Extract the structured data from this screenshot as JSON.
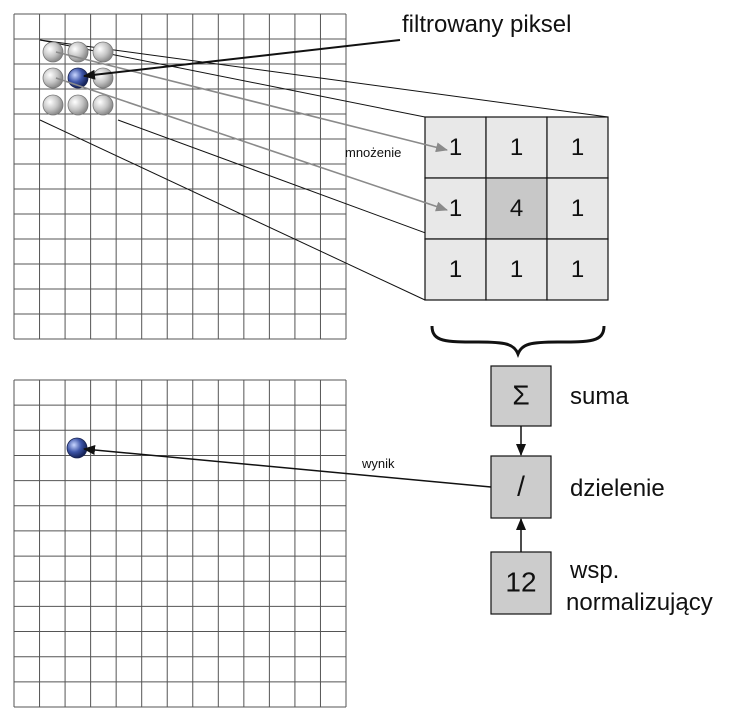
{
  "labels": {
    "filtered_pixel": "filtrowany piksel",
    "multiplication": "mnożenie",
    "result": "wynik",
    "sum": "suma",
    "division": "dzielenie",
    "norm_line1": "wsp.",
    "norm_line2": "normalizujący"
  },
  "kernel": [
    [
      "1",
      "1",
      "1"
    ],
    [
      "1",
      "4",
      "1"
    ],
    [
      "1",
      "1",
      "1"
    ]
  ],
  "ops": {
    "sum_symbol": "Σ",
    "divide_symbol": "/",
    "normalization_value": "12"
  },
  "colors": {
    "grid_line": "#555555",
    "kernel_cell": "#e8e8e8",
    "kernel_center": "#c8c8c8",
    "op_box": "#cccccc",
    "pixel_blue": "#3a4f9a",
    "neighbor_gray": "#bdbdbd",
    "gray_arrow": "#8a8a8a"
  }
}
